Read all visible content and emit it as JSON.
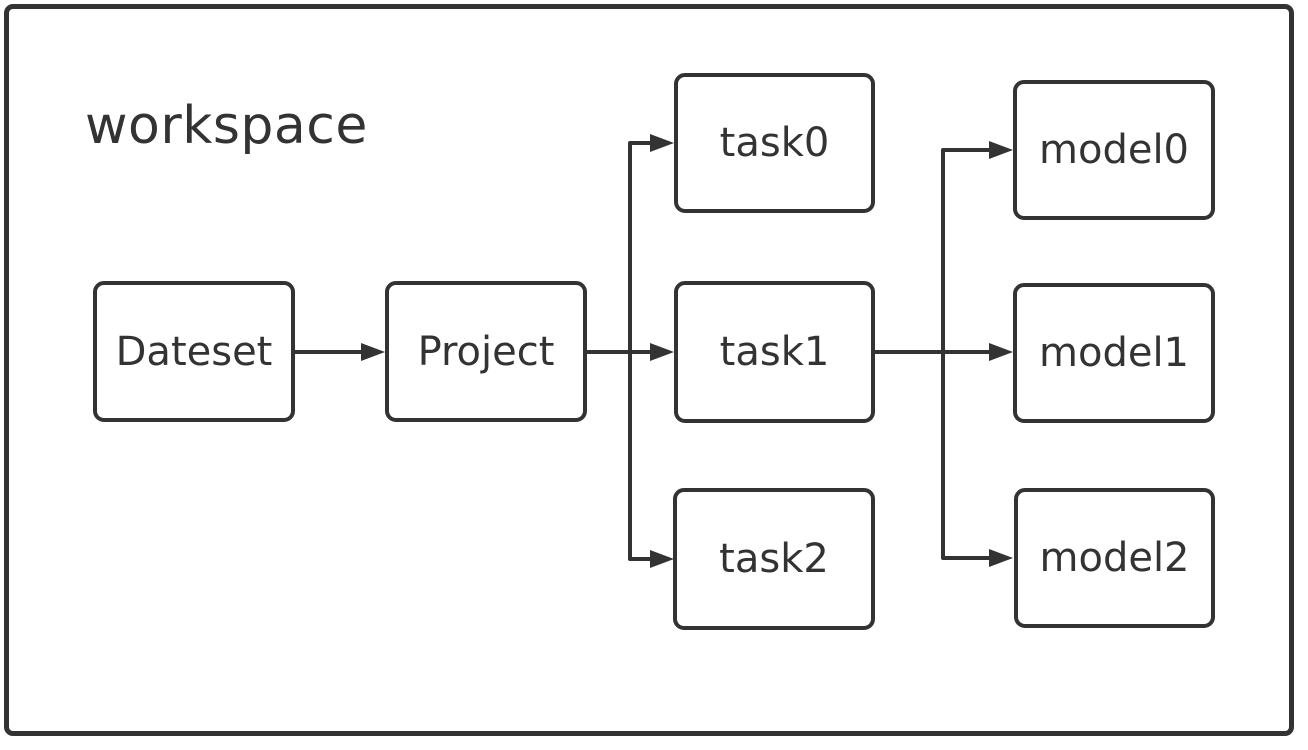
{
  "diagram": {
    "title": "workspace",
    "nodes": [
      {
        "id": "dateset",
        "label": "Dateset"
      },
      {
        "id": "project",
        "label": "Project"
      },
      {
        "id": "task0",
        "label": "task0"
      },
      {
        "id": "task1",
        "label": "task1"
      },
      {
        "id": "task2",
        "label": "task2"
      },
      {
        "id": "model0",
        "label": "model0"
      },
      {
        "id": "model1",
        "label": "model1"
      },
      {
        "id": "model2",
        "label": "model2"
      }
    ],
    "edges": [
      {
        "from": "Dateset",
        "to": "Project"
      },
      {
        "from": "Project",
        "to": "task0"
      },
      {
        "from": "Project",
        "to": "task1"
      },
      {
        "from": "Project",
        "to": "task2"
      },
      {
        "from": "task1",
        "to": "model0"
      },
      {
        "from": "task1",
        "to": "model1"
      },
      {
        "from": "task1",
        "to": "model2"
      }
    ],
    "colors": {
      "stroke": "#333333",
      "text": "#333333",
      "node_fill": "#ffffff",
      "background": "#ffffff"
    }
  }
}
